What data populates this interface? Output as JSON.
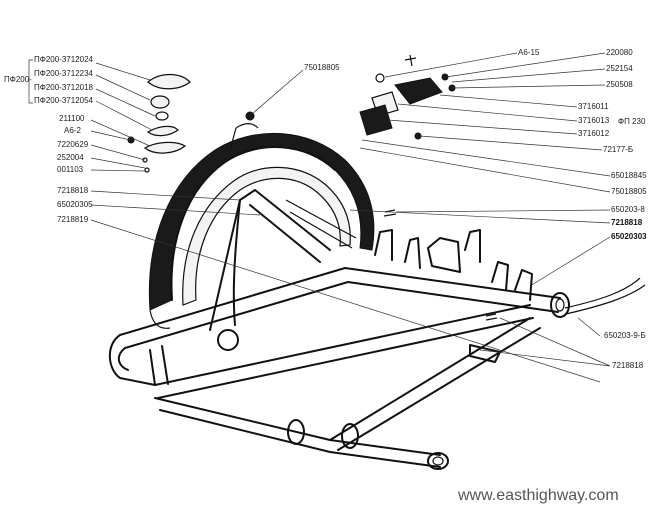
{
  "left_group": {
    "prefix": "ПФ200-",
    "items": [
      "ПФ200-3712024",
      "ПФ200-3712234",
      "ПФ200-3712018",
      "ПФ200-3712054"
    ]
  },
  "left_labels": [
    "211100",
    "А6-2",
    "7220629",
    "252004",
    "001103",
    "7218818",
    "65020305",
    "7218819"
  ],
  "top_label": "75018805",
  "right_labels": [
    "А6-15",
    "220080",
    "252154",
    "250508",
    "3716011",
    "3716013",
    "3716012",
    "ФП 230",
    "72177-Б",
    "65018845",
    "75018805",
    "650203-8",
    "7218818",
    "65020303",
    "650203-9-Б",
    "7218818"
  ],
  "watermark": "www.easthighway.com"
}
